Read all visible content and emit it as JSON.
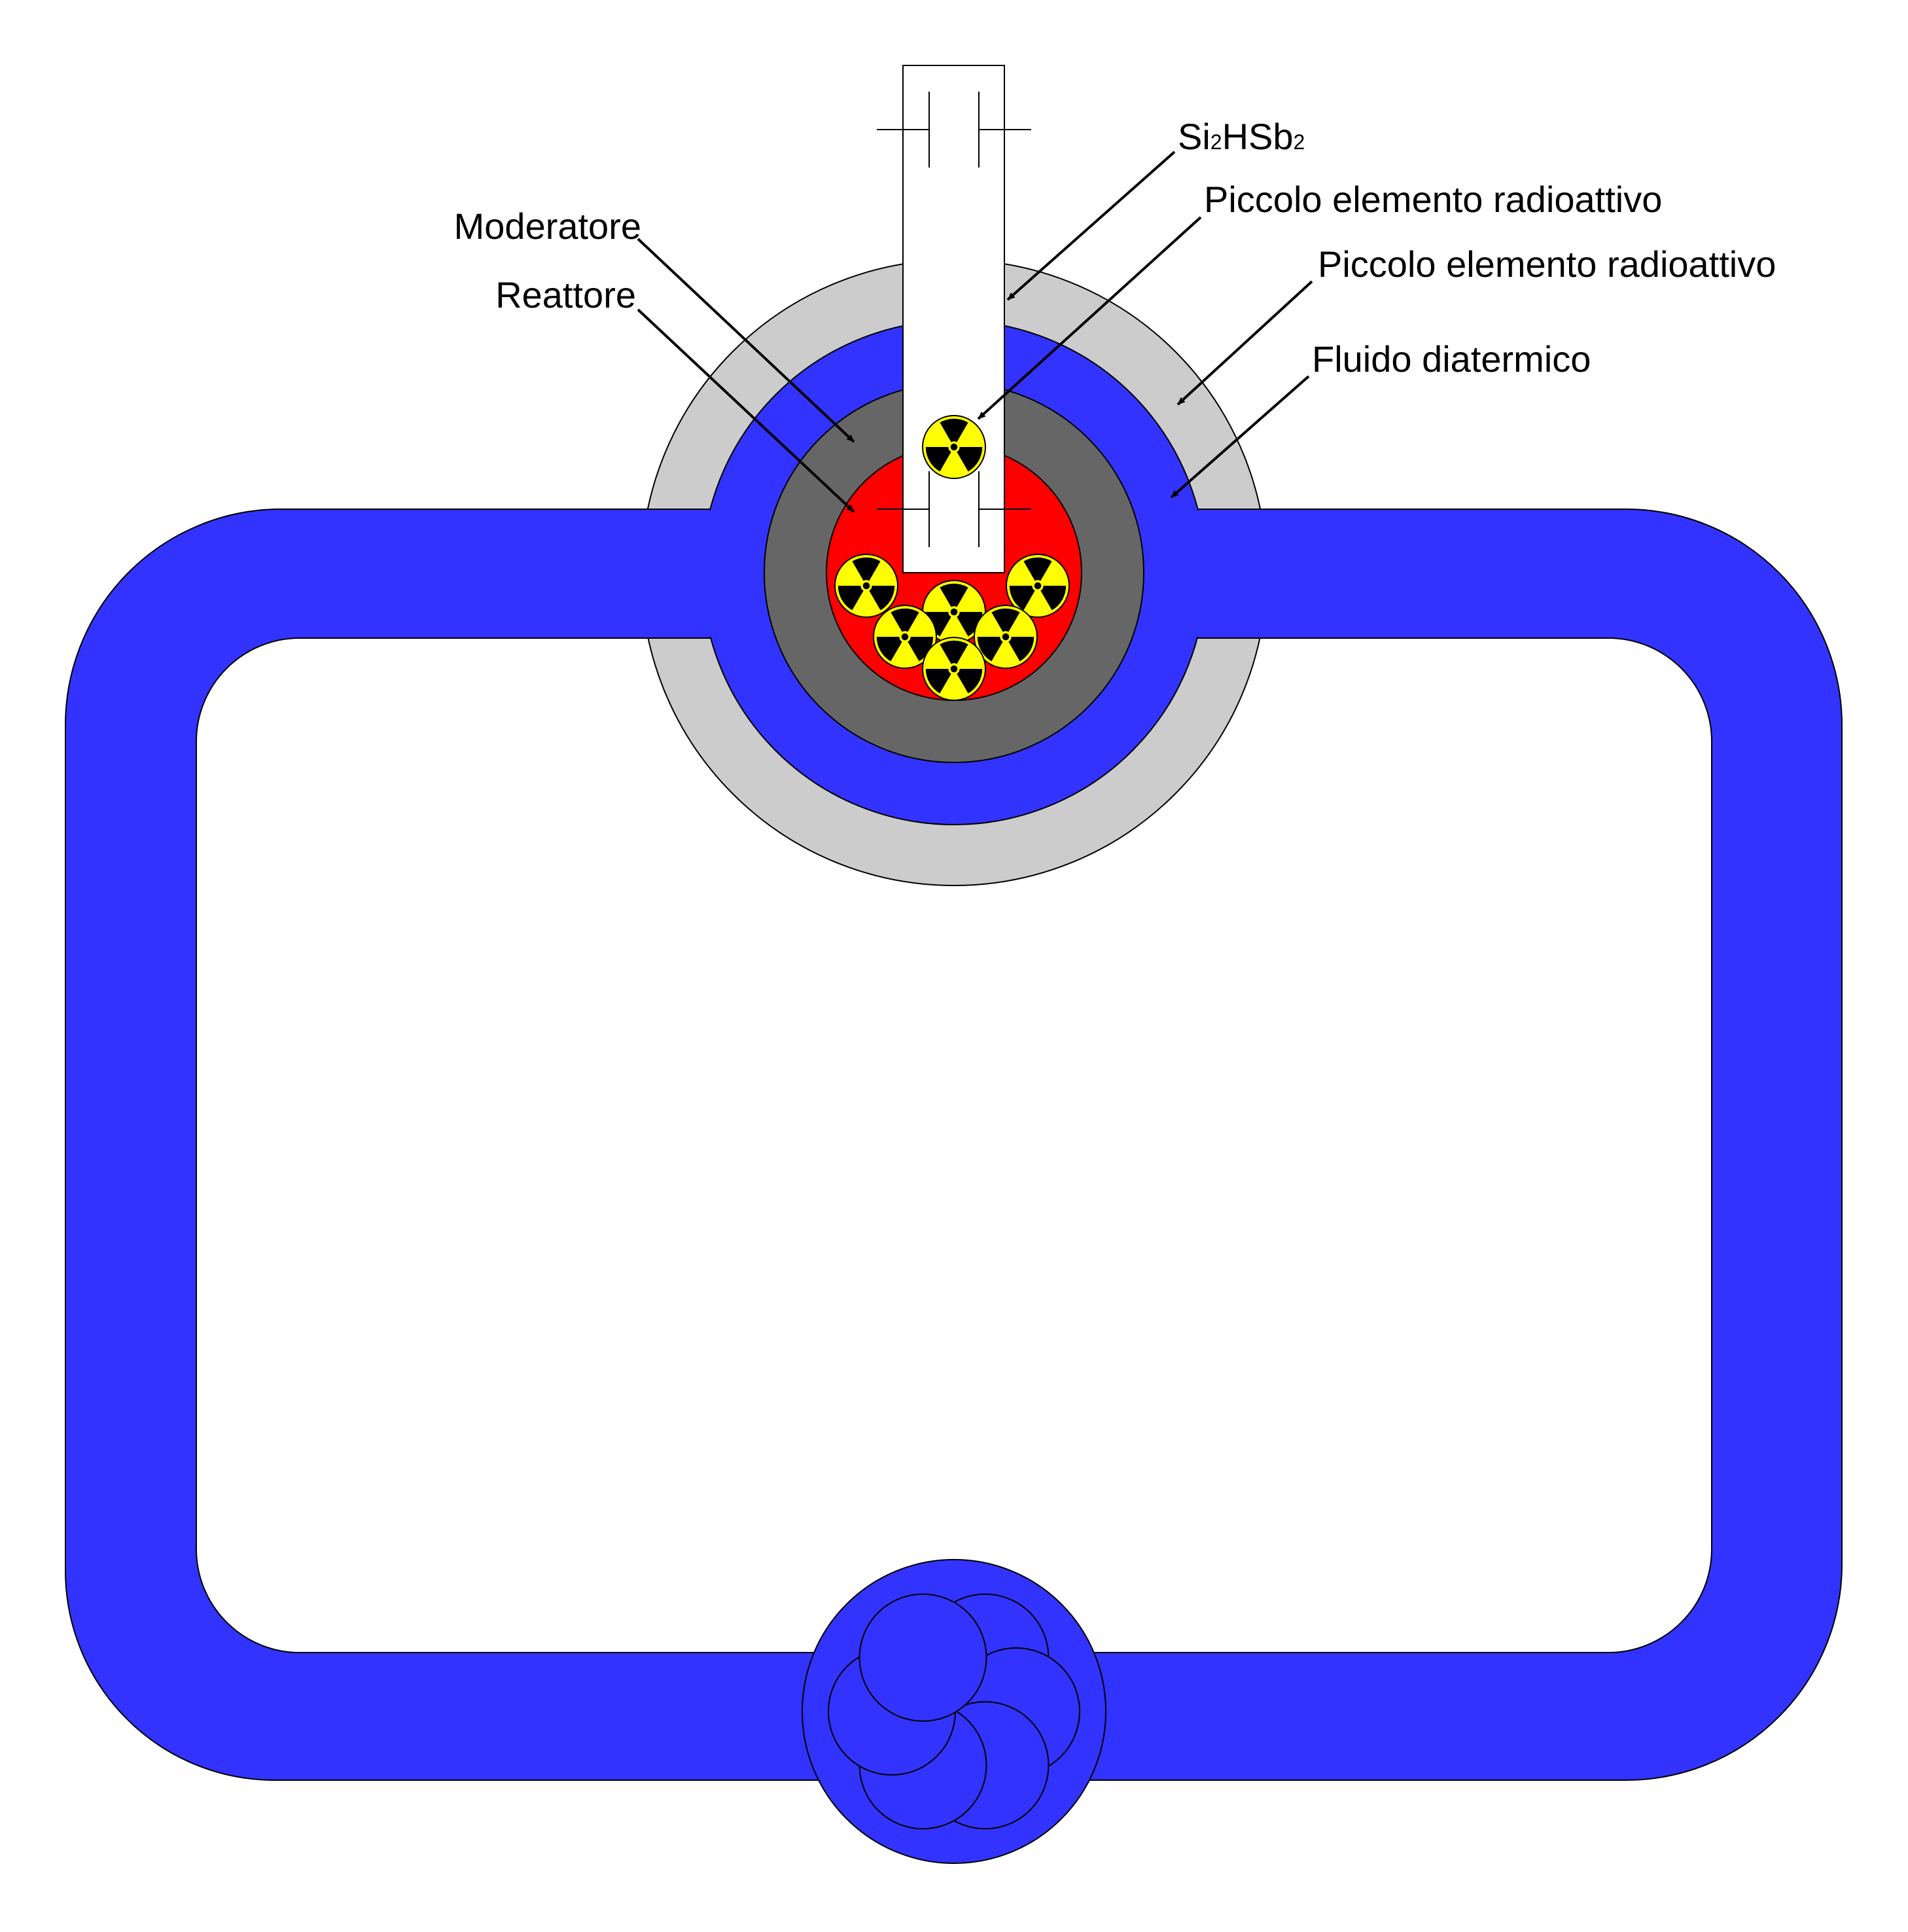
{
  "labels": {
    "si2hsb2": {
      "main": "Si",
      "sub1": "2",
      "mid": "HSb",
      "sub2": "2"
    },
    "piccolo_1": "Piccolo elemento radioattivo",
    "piccolo_2": "Piccolo elemento radioattivo",
    "moderatore": "Moderatore",
    "reattore": "Reattore",
    "fluido": "Fluido diatermico"
  },
  "colors": {
    "fluid": "#3333ff",
    "shield": "#cccccc",
    "moderator": "#666666",
    "reactor": "#ff0000",
    "radiation_yellow": "#ffff00",
    "radiation_black": "#000000",
    "rod": "#ffffff",
    "outline": "#000000"
  },
  "icons": {
    "fuel_element": "radiation-trefoil-icon",
    "pump": "pump-rotor-icon"
  }
}
